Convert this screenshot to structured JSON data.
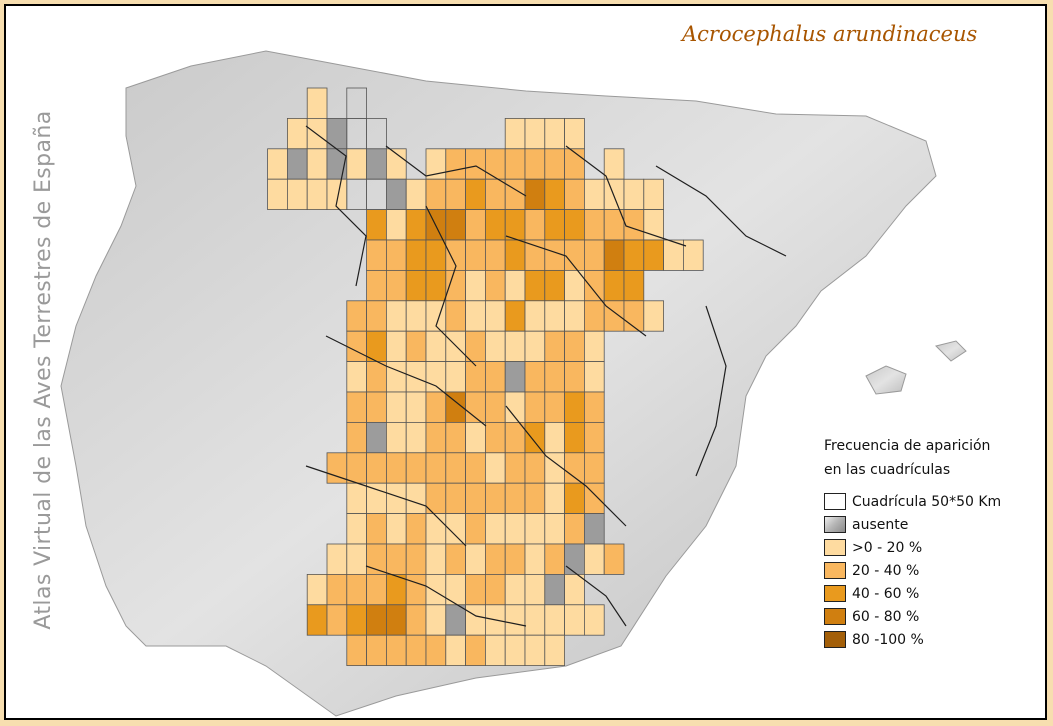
{
  "side_title": "Atlas Virtual de las Aves Terrestres de España",
  "species": "Acrocephalus arundinaceus",
  "legend": {
    "title_line1": "Frecuencia de aparición",
    "title_line2": "en las cuadrículas",
    "items": [
      {
        "label": "Cuadrícula 50*50 Km",
        "color": "#ffffff",
        "class": "grid"
      },
      {
        "label": "ausente",
        "color": "#a8a8a8",
        "class": 0
      },
      {
        "label": ">0 - 20 %",
        "color": "#fedba0",
        "class": 1
      },
      {
        "label": "20 - 40 %",
        "color": "#f9b75f",
        "class": 2
      },
      {
        "label": "40 - 60 %",
        "color": "#e99a1e",
        "class": 3
      },
      {
        "label": "60 - 80 %",
        "color": "#d07f10",
        "class": 4
      },
      {
        "label": "80 -100 %",
        "color": "#a35f09",
        "class": 5
      }
    ]
  },
  "map_data": {
    "grid_columns": 22,
    "grid_rows": 19,
    "rows": [
      "....1.8...............",
      "...11088......1111....",
      "..1010101.12222222.1...",
      "..11118801223224321111",
      ".......313442332332221",
      ".......22332223222243311",
      ".......22332121331233",
      "......2211121131112221",
      "......2312112111221...",
      "......1211112202221...",
      "......2211242212232...",
      "......2011221223132...",
      ".....22222222122122...",
      "......1111222222132...",
      "......1212112111120...",
      ".....112221212212012...",
      "....12223211221101.....",
      "....323442101111111.....",
      "......22222121111......"
    ]
  }
}
